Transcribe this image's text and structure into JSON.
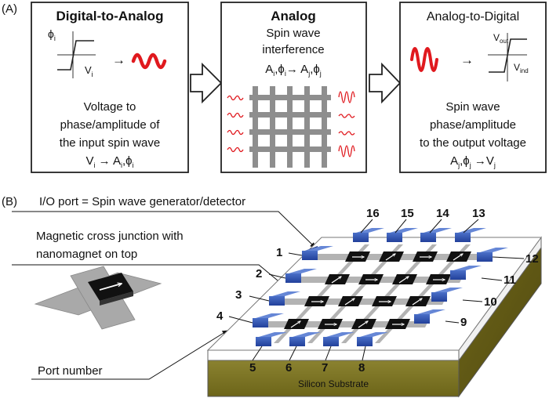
{
  "panel_a": {
    "label": "(A)",
    "box1": {
      "title": "Digital-to-Analog",
      "plot_ylabel_main": "ϕ",
      "plot_ylabel_sub": "i",
      "plot_xlabel_main": "V",
      "plot_xlabel_sub": "i",
      "arrow": "→",
      "desc": [
        "Voltage to",
        "phase/amplitude of",
        "the input spin wave"
      ],
      "formula": {
        "v": "V",
        "vi": "i",
        "arrow": " → A",
        "ai": "i",
        "sep": ",ϕ",
        "pi": "i"
      }
    },
    "box2": {
      "title": "Analog",
      "line1": "Spin wave",
      "line2": "interference",
      "formula": {
        "a": "A",
        "ai": "i",
        "c": ",ϕ",
        "pi": "i",
        "arrow": "→ A",
        "aj": "j",
        "c2": ",ϕ",
        "pj": "j"
      }
    },
    "box3": {
      "title": "Analog-to-Digital",
      "arrow": "→",
      "plot_ylabel_main": "V",
      "plot_ylabel_sub": "out",
      "plot_xlabel_main": "V",
      "plot_xlabel_sub": "ind",
      "desc": [
        "Spin wave",
        "phase/amplitude",
        "to the output voltage"
      ],
      "formula": {
        "a": "A",
        "aj": "j",
        "c": ",ϕ",
        "pj": "j",
        "arrow": " →V",
        "vj": "j"
      }
    }
  },
  "panel_b": {
    "label": "(B)",
    "io_port_label": "I/O port = Spin wave generator/detector",
    "junction_label_line1": "Magnetic cross junction with",
    "junction_label_line2": "nanomagnet on top",
    "port_number_label": "Port number",
    "substrate_label": "Silicon Substrate",
    "ports": [
      "1",
      "2",
      "3",
      "4",
      "5",
      "6",
      "7",
      "8",
      "9",
      "10",
      "11",
      "12",
      "13",
      "14",
      "15",
      "16"
    ]
  },
  "colors": {
    "wave_red": "#e0191e",
    "port_blue": "#2b4fa8",
    "waveguide_gray": "#a9a9a9",
    "substrate_olive": "#7a7022",
    "box_border": "#222222"
  }
}
